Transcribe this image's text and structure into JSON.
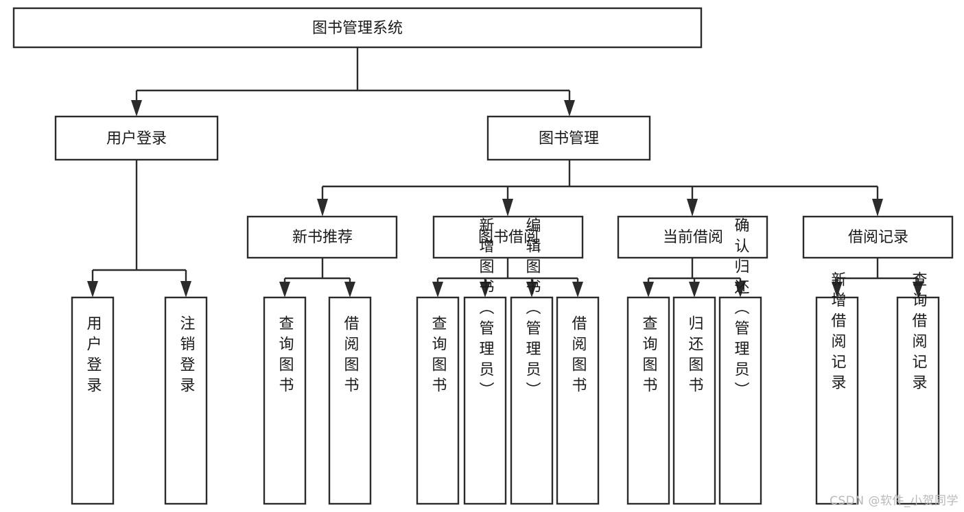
{
  "diagram": {
    "title_node": {
      "id": "root",
      "label": "图书管理系统"
    },
    "level2": [
      {
        "id": "user-login",
        "label": "用户登录"
      },
      {
        "id": "book-management",
        "label": "图书管理"
      }
    ],
    "level3": [
      {
        "id": "new-book-recommend",
        "label": "新书推荐"
      },
      {
        "id": "book-borrow",
        "label": "图书借阅"
      },
      {
        "id": "current-borrow",
        "label": "当前借阅"
      },
      {
        "id": "borrow-record",
        "label": "借阅记录"
      }
    ],
    "leaves": {
      "user_login": [
        {
          "id": "leaf-user-login",
          "label": "用户登录"
        },
        {
          "id": "leaf-logout-login",
          "label": "注销登录"
        }
      ],
      "new_book_recommend": [
        {
          "id": "leaf-query-book-1",
          "label": "查询图书"
        },
        {
          "id": "leaf-borrow-book-1",
          "label": "借阅图书"
        }
      ],
      "book_borrow": [
        {
          "id": "leaf-query-book-2",
          "label": "查询图书"
        },
        {
          "id": "leaf-add-book-admin",
          "label": "新增图书（管理员）"
        },
        {
          "id": "leaf-edit-book-admin",
          "label": "编辑图书（管理员）"
        },
        {
          "id": "leaf-borrow-book-2",
          "label": "借阅图书"
        }
      ],
      "current_borrow": [
        {
          "id": "leaf-query-book-3",
          "label": "查询图书"
        },
        {
          "id": "leaf-return-book",
          "label": "归还图书"
        },
        {
          "id": "leaf-confirm-return-admin",
          "label": "确认归还（管理员）"
        }
      ],
      "borrow_record": [
        {
          "id": "leaf-add-borrow-record",
          "label": "新增借阅记录"
        },
        {
          "id": "leaf-query-borrow-record",
          "label": "查询借阅记录"
        }
      ]
    }
  },
  "watermark": {
    "text": "CSDN @软件_小贺同学"
  },
  "colors": {
    "stroke": "#2b2b2b",
    "fill": "#ffffff",
    "text": "#1a1a1a",
    "watermark": "#b9b9b9"
  }
}
